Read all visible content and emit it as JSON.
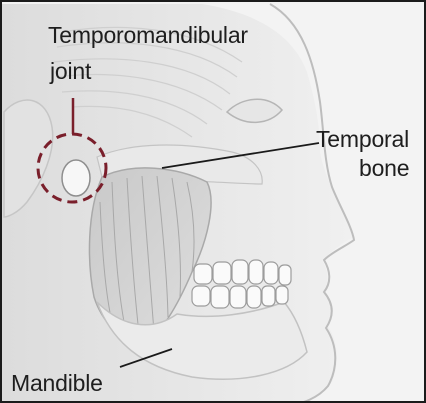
{
  "labels": {
    "tmj_line1": "Temporomandibular",
    "tmj_line2": "joint",
    "temporal_line1": "Temporal",
    "temporal_line2": "bone",
    "mandible": "Mandible"
  },
  "colors": {
    "highlight": "#7a1f2b",
    "leader": "#1a1a1a",
    "skin_outline": "#b8b8b8",
    "background": "#f3f3f3"
  }
}
